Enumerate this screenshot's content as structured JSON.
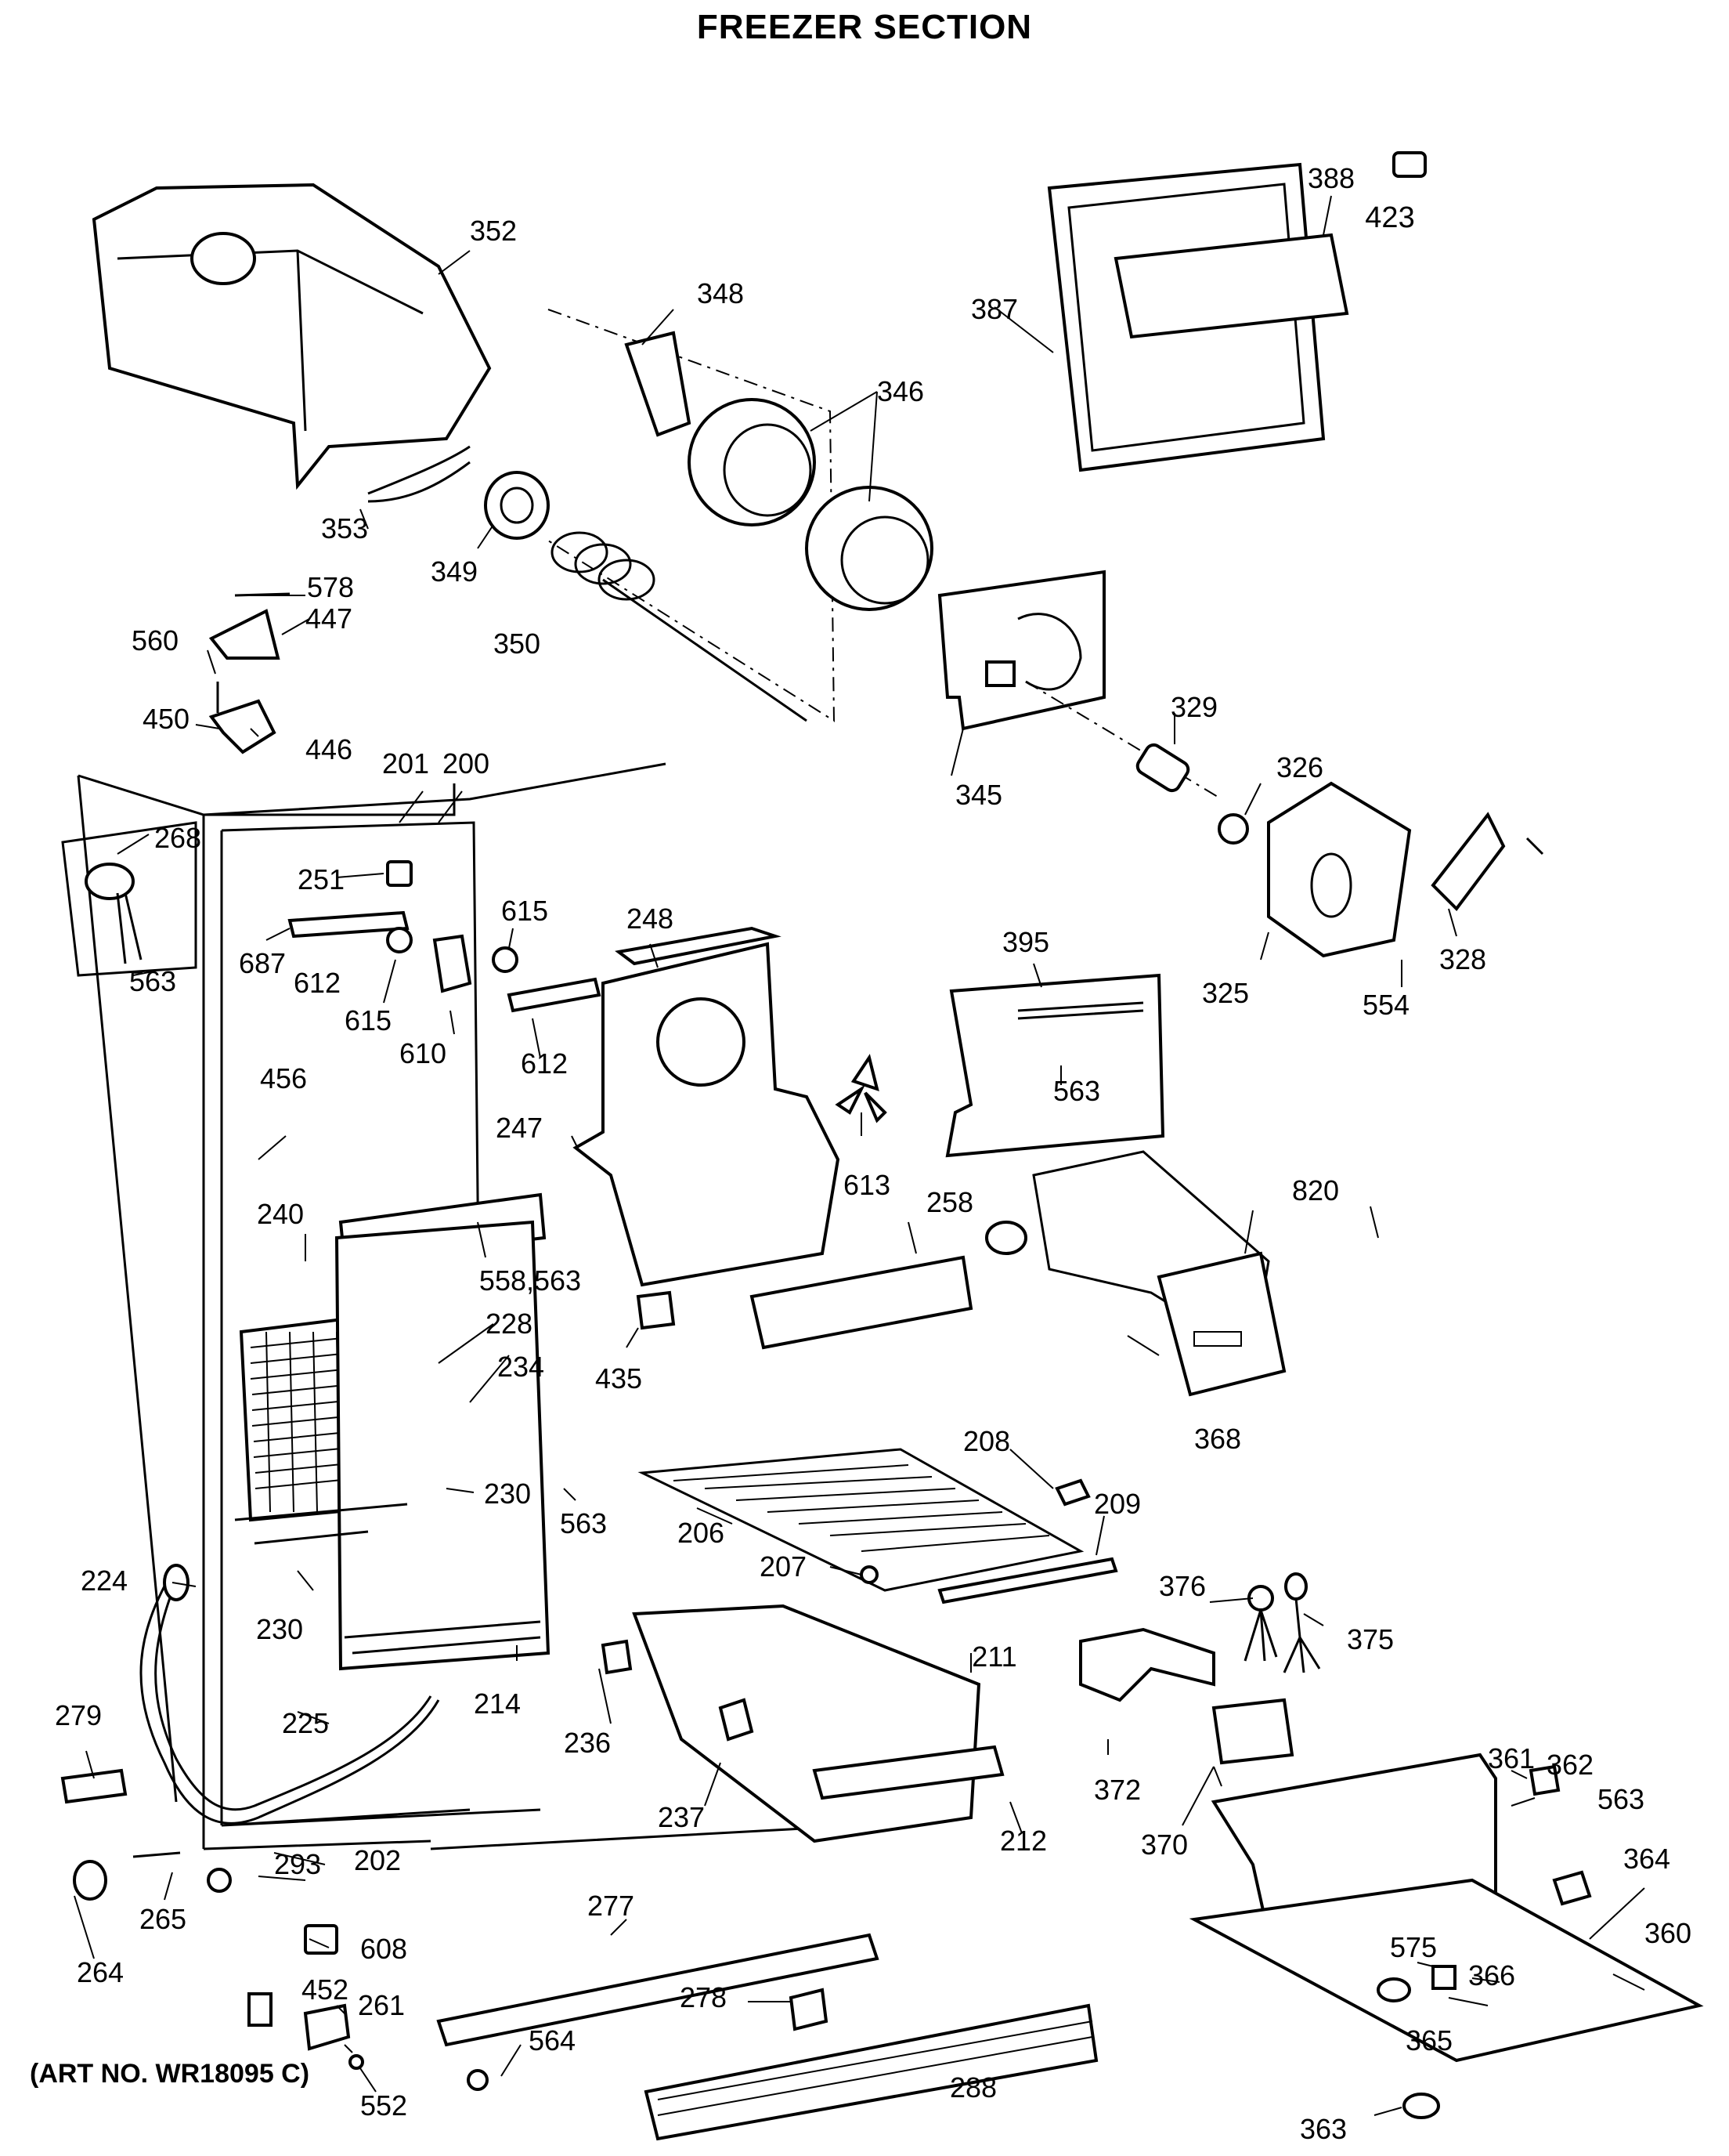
{
  "title": "FREEZER SECTION",
  "art_no": "(ART NO. WR18095 C)",
  "labels": {
    "p352": "352",
    "p388": "388",
    "p423": "423",
    "p348": "348",
    "p346": "346",
    "p387": "387",
    "p353": "353",
    "p349": "349",
    "p578": "578",
    "p447": "447",
    "p560": "560",
    "p350": "350",
    "p450": "450",
    "p446": "446",
    "p329": "329",
    "p345": "345",
    "p201": "201",
    "p200": "200",
    "p326": "326",
    "p268": "268",
    "p251": "251",
    "p615a": "615",
    "p248": "248",
    "p687": "687",
    "p612a": "612",
    "p563a": "563",
    "p615b": "615",
    "p395": "395",
    "p325": "325",
    "p554": "554",
    "p328": "328",
    "p610": "610",
    "p612b": "612",
    "p563b": "563",
    "p456": "456",
    "p247": "247",
    "p613": "613",
    "p820": "820",
    "p240": "240",
    "p258": "258",
    "p558": "558,563",
    "p228": "228",
    "p234": "234",
    "p435": "435",
    "p368": "368",
    "p208": "208",
    "p230a": "230",
    "p563c": "563",
    "p209": "209",
    "p206": "206",
    "p207": "207",
    "p376": "376",
    "p224": "224",
    "p375": "375",
    "p230b": "230",
    "p211": "211",
    "p214": "214",
    "p279": "279",
    "p225": "225",
    "p236": "236",
    "p361": "361",
    "p362": "362",
    "p563d": "563",
    "p372": "372",
    "p237": "237",
    "p212": "212",
    "p370": "370",
    "p202": "202",
    "p293": "293",
    "p265": "265",
    "p277": "277",
    "p364": "364",
    "p360": "360",
    "p608": "608",
    "p264": "264",
    "p575": "575",
    "p366": "366",
    "p452": "452",
    "p261": "261",
    "p278": "278",
    "p564": "564",
    "p365": "365",
    "p552": "552",
    "p288": "288",
    "p363": "363"
  }
}
